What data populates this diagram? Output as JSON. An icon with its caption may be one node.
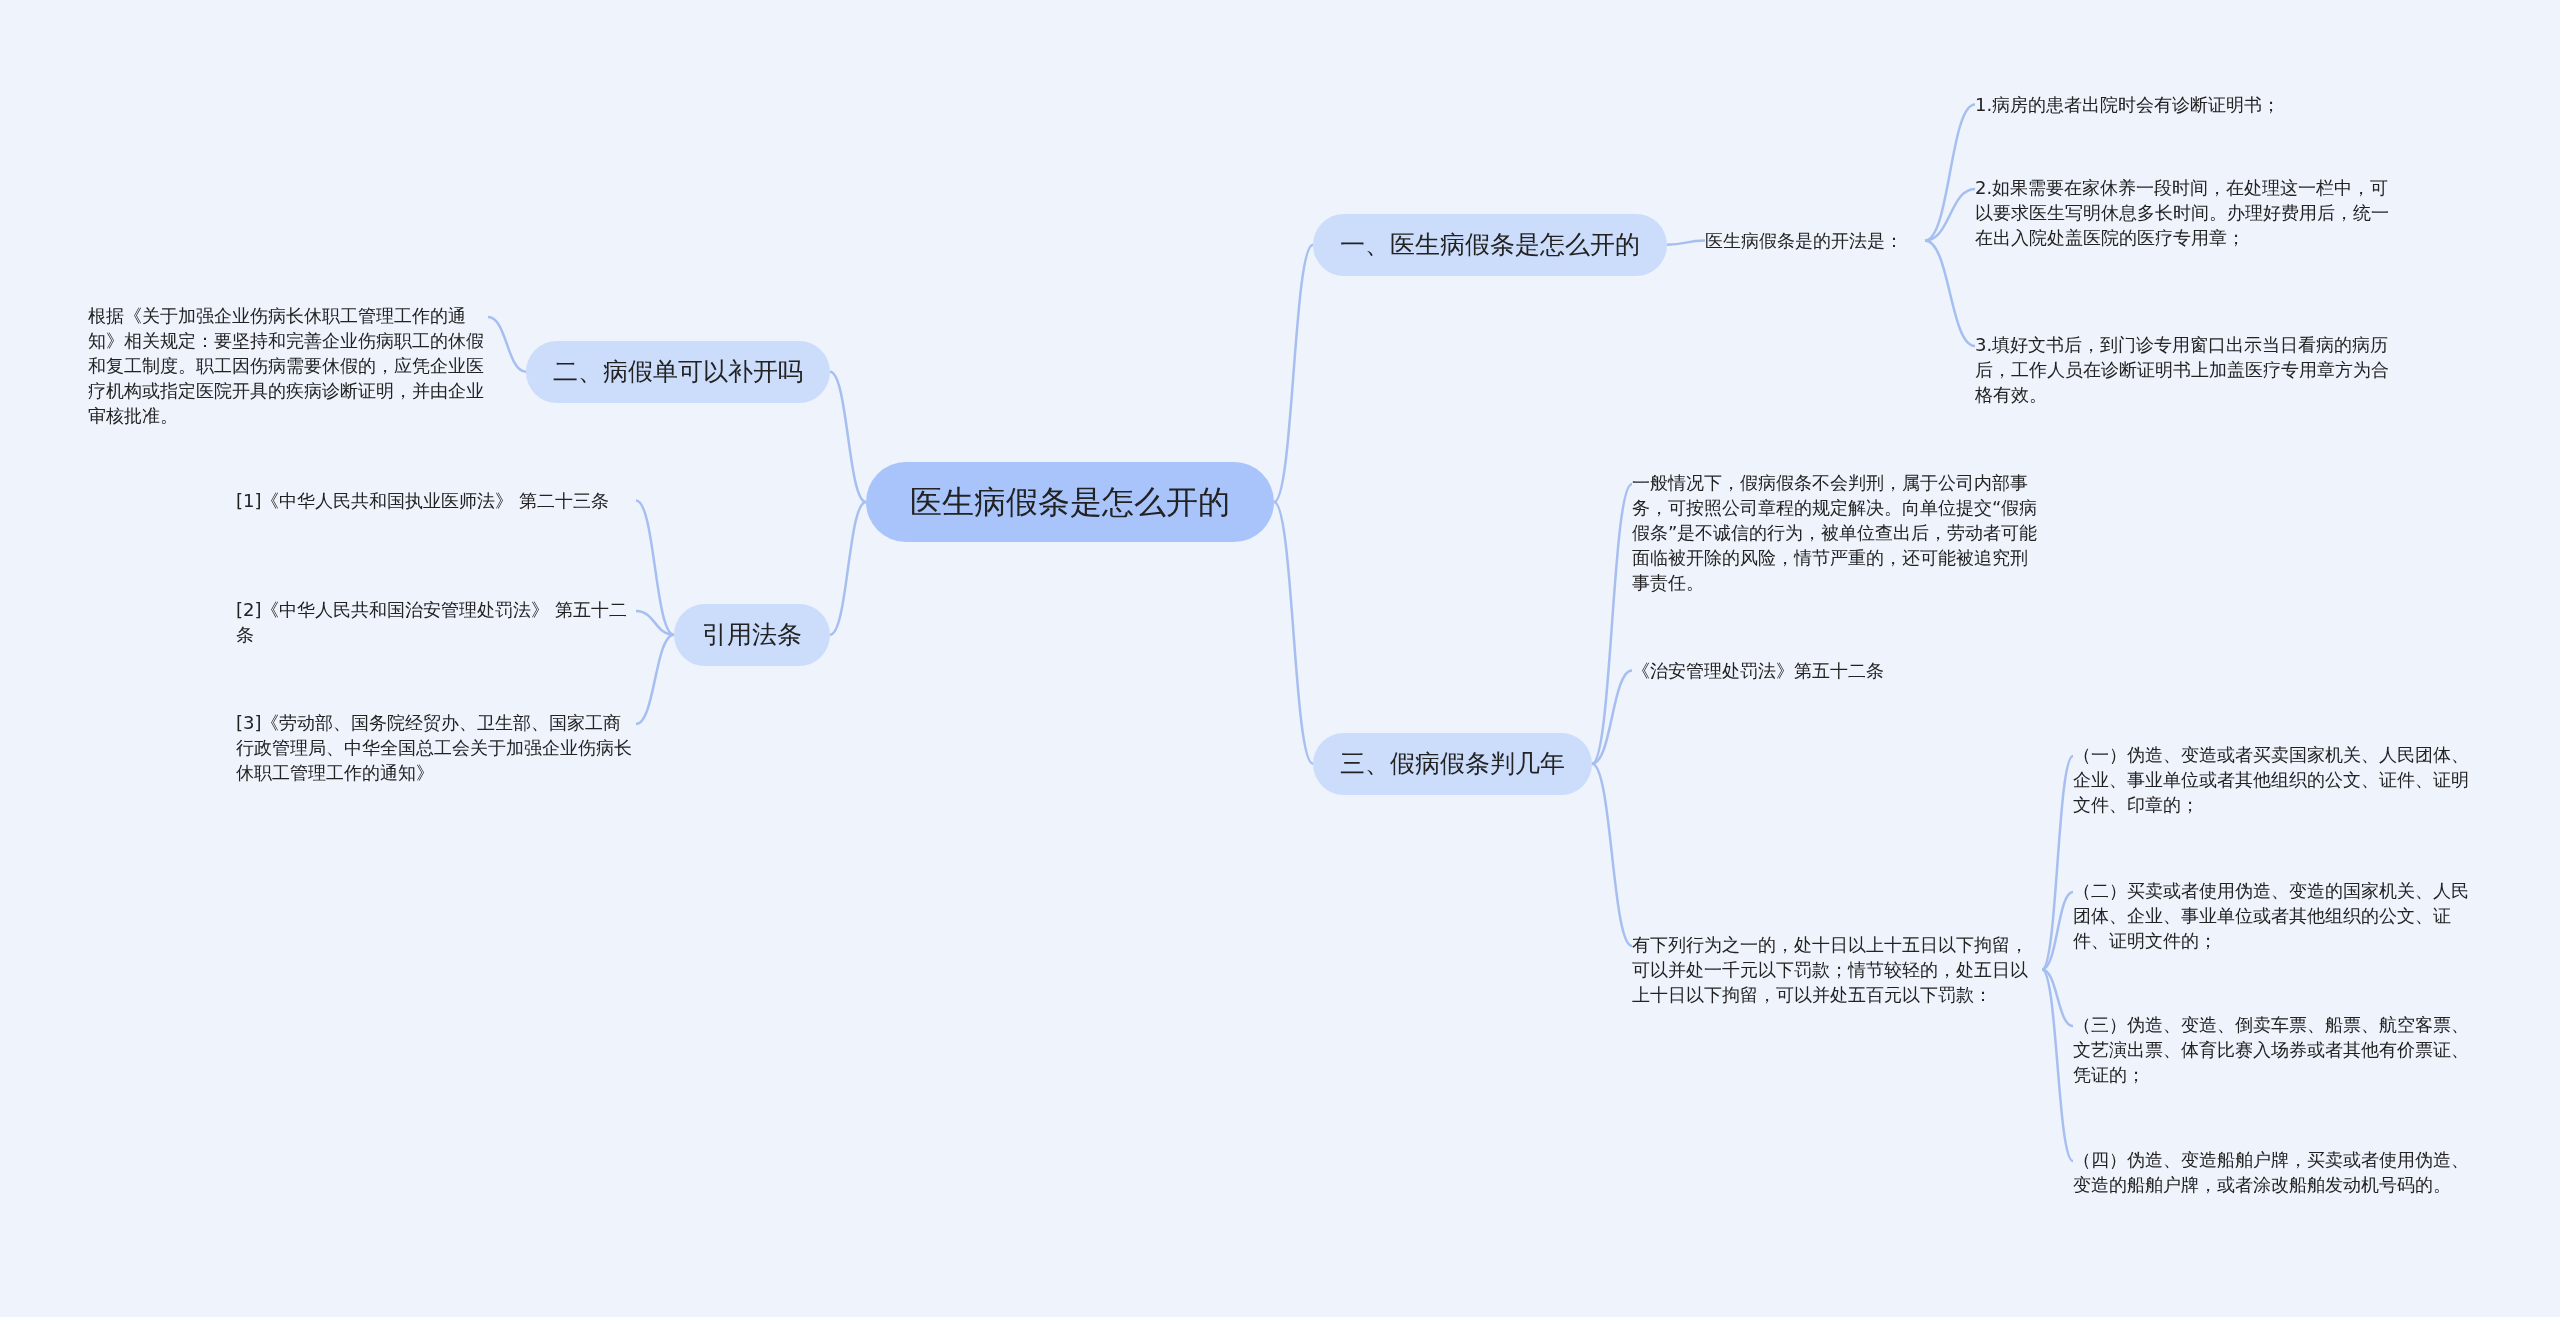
{
  "diagram": {
    "nodes": [
      {
        "text": [
          "医生病假条是怎么开的"
        ]
      },
      {
        "text": [
          "一、医生病假条是怎么开的"
        ]
      },
      {
        "text": [
          "医生病假条是的开法是："
        ]
      },
      {
        "text": [
          "1.病房的患者出院时会有诊断证明书；"
        ]
      },
      {
        "text": [
          "2.如果需要在家休养一段时间，在处理这一栏中，可以要求医生写明休息多长时间。办理好费用后，统一在出入院处盖医院的医疗专用章；"
        ]
      },
      {
        "text": [
          "3.填好文书后，到门诊专用窗口出示当日看病的病历后，工作人员在诊断证明书上加盖医疗专用章方为合格有效。"
        ]
      },
      {
        "text": [
          "二、病假单可以补开吗"
        ]
      },
      {
        "text": [
          "根据《关于加强企业伤病长休职工管理工作的通知》相关规定：要坚持和完善企业伤病职工的休假和复工制度。职工因伤病需要休假的，应凭企业医疗机构或指定医院开具的疾病诊断证明，并由企业审核批准。"
        ]
      },
      {
        "text": [
          "引用法条"
        ]
      },
      {
        "text": [
          "[1]《中华人民共和国执业医师法》 第二十三条"
        ]
      },
      {
        "text": [
          "[2]《中华人民共和国治安管理处罚法》 第五十二条"
        ]
      },
      {
        "text": [
          "[3]《劳动部、国务院经贸办、卫生部、国家工商行政管理局、中华全国总工会关于加强企业伤病长休职工管理工作的通知》"
        ]
      },
      {
        "text": [
          "三、假病假条判几年"
        ]
      },
      {
        "text": [
          "一般情况下，假病假条不会判刑，属于公司内部事务，可按照公司章程的规定解决。向单位提交“假病假条”是不诚信的行为，被单位查出后，劳动者可能面临被开除的风险，情节严重的，还可能被追究刑事责任。"
        ]
      },
      {
        "text": [
          "《治安管理处罚法》第五十二条"
        ]
      },
      {
        "text": [
          "有下列行为之一的，处十日以上十五日以下拘留，可以并处一千元以下罚款；情节较轻的，处五日以上十日以下拘留，可以并处五百元以下罚款："
        ]
      },
      {
        "text": [
          "（一）伪造、变造或者买卖国家机关、人民团体、企业、事业单位或者其他组织的公文、证件、证明文件、印章的；"
        ]
      },
      {
        "text": [
          "（二）买卖或者使用伪造、变造的国家机关、人民团体、企业、事业单位或者其他组织的公文、证件、证明文件的；"
        ]
      },
      {
        "text": [
          "（三）伪造、变造、倒卖车票、船票、航空客票、文艺演出票、体育比赛入场券或者其他有价票证、凭证的；"
        ]
      },
      {
        "text": [
          "（四）伪造、变造船舶户牌，买卖或者使用伪造、变造的船舶户牌，或者涂改船舶发动机号码的。"
        ]
      }
    ],
    "edges": [
      {
        "from": 0,
        "to": 1,
        "arrow": "none"
      },
      {
        "from": 1,
        "to": 2,
        "arrow": "none"
      },
      {
        "from": 2,
        "to": 3,
        "arrow": "none"
      },
      {
        "from": 2,
        "to": 4,
        "arrow": "none"
      },
      {
        "from": 2,
        "to": 5,
        "arrow": "none"
      },
      {
        "from": 0,
        "to": 6,
        "arrow": "none"
      },
      {
        "from": 6,
        "to": 7,
        "arrow": "none"
      },
      {
        "from": 0,
        "to": 8,
        "arrow": "none"
      },
      {
        "from": 8,
        "to": 9,
        "arrow": "none"
      },
      {
        "from": 8,
        "to": 10,
        "arrow": "none"
      },
      {
        "from": 8,
        "to": 11,
        "arrow": "none"
      },
      {
        "from": 0,
        "to": 12,
        "arrow": "none"
      },
      {
        "from": 12,
        "to": 13,
        "arrow": "none"
      },
      {
        "from": 12,
        "to": 14,
        "arrow": "none"
      },
      {
        "from": 12,
        "to": 15,
        "arrow": "none"
      },
      {
        "from": 15,
        "to": 16,
        "arrow": "none"
      },
      {
        "from": 15,
        "to": 17,
        "arrow": "none"
      },
      {
        "from": 15,
        "to": 18,
        "arrow": "none"
      },
      {
        "from": 15,
        "to": 19,
        "arrow": "none"
      }
    ]
  }
}
